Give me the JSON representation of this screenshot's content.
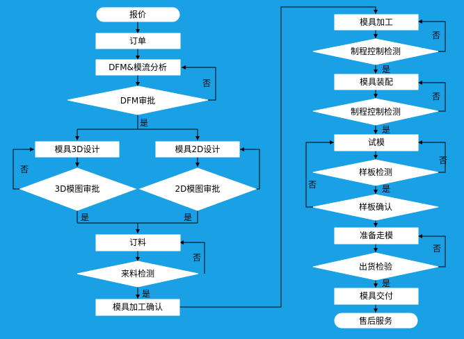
{
  "colors": {
    "background": "#1aa0e4",
    "node_fill": "#ffffff",
    "line": "#000000"
  },
  "labels": {
    "yes": "是",
    "no": "否"
  },
  "nodes": {
    "quote": "报价",
    "order": "订单",
    "dfm_analysis": "DFM&模流分析",
    "dfm_review": "DFM审批",
    "design_3d": "模具3D设计",
    "design_2d": "模具2D设计",
    "review_3d": "3D模图审批",
    "review_2d": "2D模图审批",
    "material_order": "订料",
    "incoming_inspection": "来料检测",
    "machining_confirm": "模具加工确认",
    "machining": "模具加工",
    "process_control_1": "制程控制检测",
    "assembly": "模具装配",
    "process_control_2": "制程控制检测",
    "trial": "试模",
    "sample_inspection": "样板检测",
    "sample_confirm": "样板确认",
    "ready_to_ship": "准备走模",
    "shipment_inspection": "出货检验",
    "delivery": "模具交付",
    "after_sales": "售后服务"
  }
}
